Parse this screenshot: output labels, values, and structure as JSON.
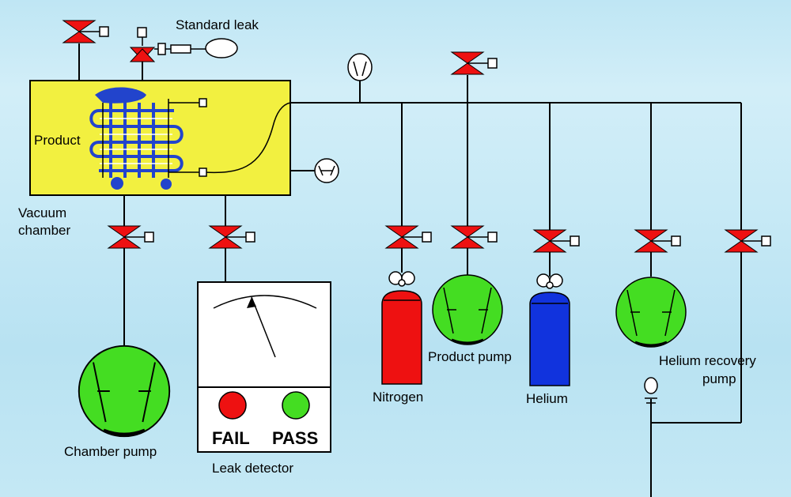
{
  "labels": {
    "standard_leak": "Standard leak",
    "product": "Product",
    "vacuum_chamber_1": "Vacuum",
    "vacuum_chamber_2": "chamber",
    "chamber_pump": "Chamber pump",
    "leak_detector": "Leak detector",
    "nitrogen": "Nitrogen",
    "product_pump": "Product pump",
    "helium": "Helium",
    "helium_recovery_pump_1": "Helium recovery",
    "helium_recovery_pump_2": "pump"
  },
  "leak_detector_panel": {
    "fail_label": "FAIL",
    "pass_label": "PASS"
  },
  "colors": {
    "valve": "#ee1111",
    "pump": "#44dd22",
    "nitrogen_cylinder": "#ee1111",
    "helium_cylinder": "#1133dd",
    "chamber_fill": "#f2f040",
    "coil": "#2244cc",
    "fail_light": "#ee1111",
    "pass_light": "#44dd22"
  }
}
